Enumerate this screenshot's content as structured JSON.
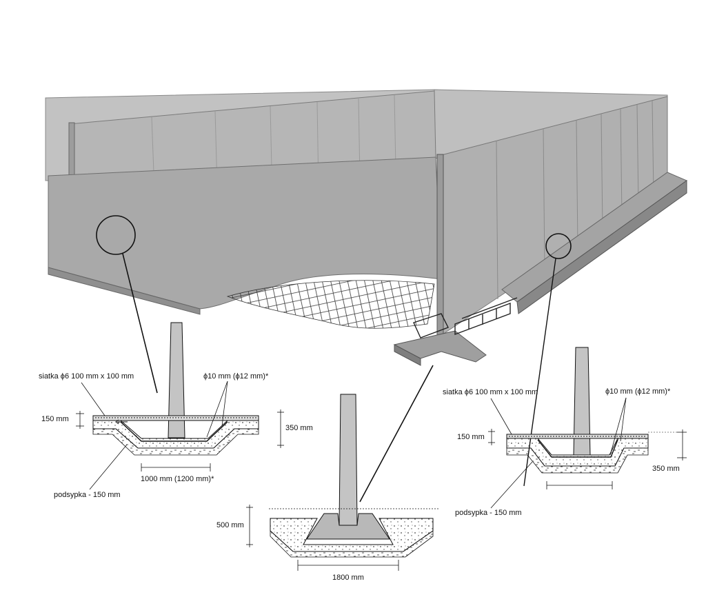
{
  "left_detail": {
    "mesh_label": "siatka ϕ6 100 mm x 100 mm",
    "rebar_label": "ϕ10 mm (ϕ12 mm)*",
    "slab_thickness": "150 mm",
    "edge_depth": "350 mm",
    "width_label": "1000 mm (1200 mm)*",
    "bedding_label": "podsypka - 150 mm"
  },
  "center_detail": {
    "depth_label": "500 mm",
    "width_label": "1800 mm"
  },
  "right_detail": {
    "mesh_label": "siatka ϕ6 100 mm x 100 mm",
    "rebar_label": "ϕ10 mm (ϕ12 mm)*",
    "slab_thickness": "150 mm",
    "edge_depth": "350 mm",
    "bedding_label": "podsypka - 150 mm"
  },
  "colors": {
    "concrete_wall": "#b9b9b9",
    "concrete_floor": "#a8a8a8",
    "concrete_dark": "#8e8e8e",
    "section_fill": "#c4c4c4",
    "line": "#111111"
  }
}
